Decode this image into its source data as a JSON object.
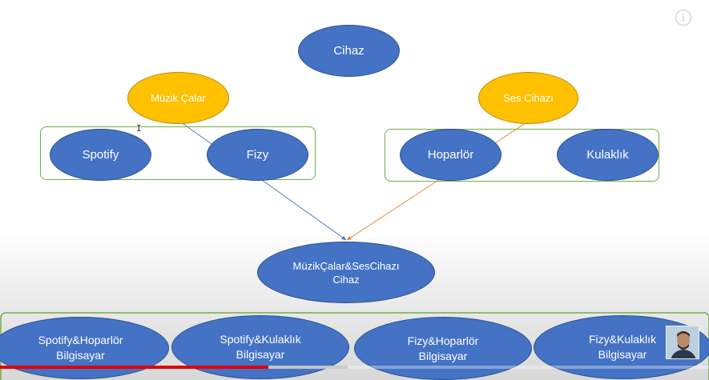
{
  "diagram": {
    "top": {
      "label": "Cihaz"
    },
    "muzik_calar": {
      "label": "Müzik Çalar"
    },
    "ses_cihazi": {
      "label": "Ses Cihazı"
    },
    "spotify": {
      "label": "Spotify"
    },
    "fizy": {
      "label": "Fizy"
    },
    "hoparlor": {
      "label": "Hoparlör"
    },
    "kulaklik": {
      "label": "Kulaklık"
    },
    "combined": {
      "line1": "MüzikÇalar&SesCihazı",
      "line2": "Cihaz"
    },
    "bottom": [
      {
        "line1": "Spotify&Hoparlör",
        "line2": "Bilgisayar"
      },
      {
        "line1": "Spotify&Kulaklık",
        "line2": "Bilgisayar"
      },
      {
        "line1": "Fizy&Hoparlör",
        "line2": "Bilgisayar"
      },
      {
        "line1": "Fizy&Kulaklık",
        "line2": "Bilgisayar"
      }
    ]
  },
  "video": {
    "info_icon": "info-icon",
    "progress": {
      "played": 0.378,
      "buffered": 0.49
    },
    "colors": {
      "played": "#e00000",
      "node_blue": "#4472c4",
      "node_gold": "#ffc000",
      "group_border": "#70ad47",
      "arrow_blue": "#4472c4",
      "arrow_orange": "#ed7d31"
    }
  }
}
